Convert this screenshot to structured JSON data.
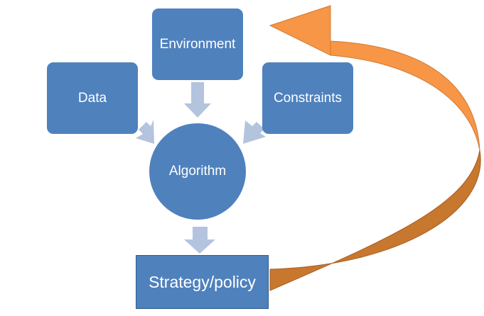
{
  "nodes": {
    "environment": "Environment",
    "data": "Data",
    "constraints": "Constraints",
    "algorithm": "Algorithm",
    "strategy": "Strategy/policy"
  },
  "colors": {
    "node_fill": "#4f81bd",
    "node_border": "#2e5a8c",
    "connector_arrow": "#b4c4de",
    "feedback_arrow_front": "#f79646",
    "feedback_arrow_back": "#c8772e"
  }
}
